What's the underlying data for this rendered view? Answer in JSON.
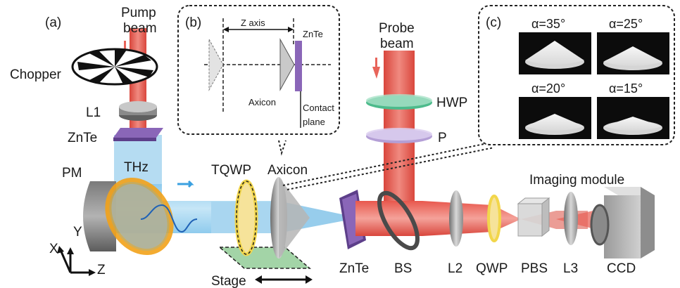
{
  "panels": {
    "a": "(a)",
    "b": "(b)",
    "c": "(c)"
  },
  "labels": {
    "pump_beam_l1": "Pump",
    "pump_beam_l2": "beam",
    "chopper": "Chopper",
    "l1": "L1",
    "znte_left": "ZnTe",
    "pm": "PM",
    "thz": "THz",
    "tqwp": "TQWP",
    "axicon": "Axicon",
    "stage": "Stage",
    "znte_bottom": "ZnTe",
    "bs": "BS",
    "l2": "L2",
    "qwp": "QWP",
    "pbs": "PBS",
    "l3": "L3",
    "ccd": "CCD",
    "probe_beam_l1": "Probe",
    "probe_beam_l2": "beam",
    "hwp": "HWP",
    "p": "P",
    "imaging_module": "Imaging module",
    "axis_x": "X",
    "axis_y": "Y",
    "axis_z": "Z"
  },
  "inset_b": {
    "z_axis": "Z axis",
    "znte": "ZnTe",
    "axicon": "Axicon",
    "contact_plane_l1": "Contact",
    "contact_plane_l2": "plane"
  },
  "inset_c": {
    "photos": [
      "α=35°",
      "α=25°",
      "α=20°",
      "α=15°"
    ]
  },
  "colors": {
    "thz_beam": "#a9d6f0",
    "thz_beam_dark": "#6fb8e6",
    "laser_beam": "#e8645a",
    "znte_purple": "#8a66b8",
    "tqwp_yellow": "#f2d64b",
    "pm_orange": "#f2a21a",
    "hwp_green": "#4dbb8c",
    "stage_green": "#a3d4a7"
  }
}
